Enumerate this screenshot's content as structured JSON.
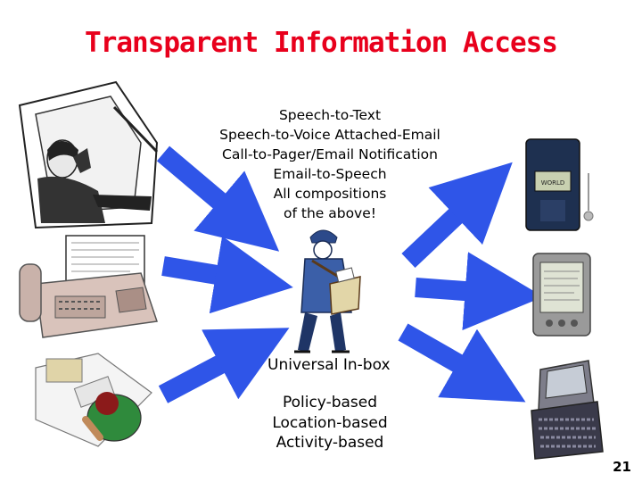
{
  "title": "Transparent Information Access",
  "services": [
    "Speech-to-Text",
    "Speech-to-Voice Attached-Email",
    "Call-to-Pager/Email Notification",
    "Email-to-Speech",
    "All compositions",
    "of the above!"
  ],
  "inbox_label": "Universal In-box",
  "features": [
    "Policy-based",
    "Location-based",
    "Activity-based"
  ],
  "phone_screen_text": "WORLD",
  "page_number": "21",
  "colors": {
    "title": "#e8001c",
    "arrow": "#2f55e8"
  },
  "icons": {
    "left": [
      "driver-on-car-phone-icon",
      "fax-machine-icon",
      "person-at-desk-icon"
    ],
    "center": "mail-carrier-icon",
    "right": [
      "cell-phone-icon",
      "palm-pda-icon",
      "handheld-pc-icon"
    ]
  }
}
